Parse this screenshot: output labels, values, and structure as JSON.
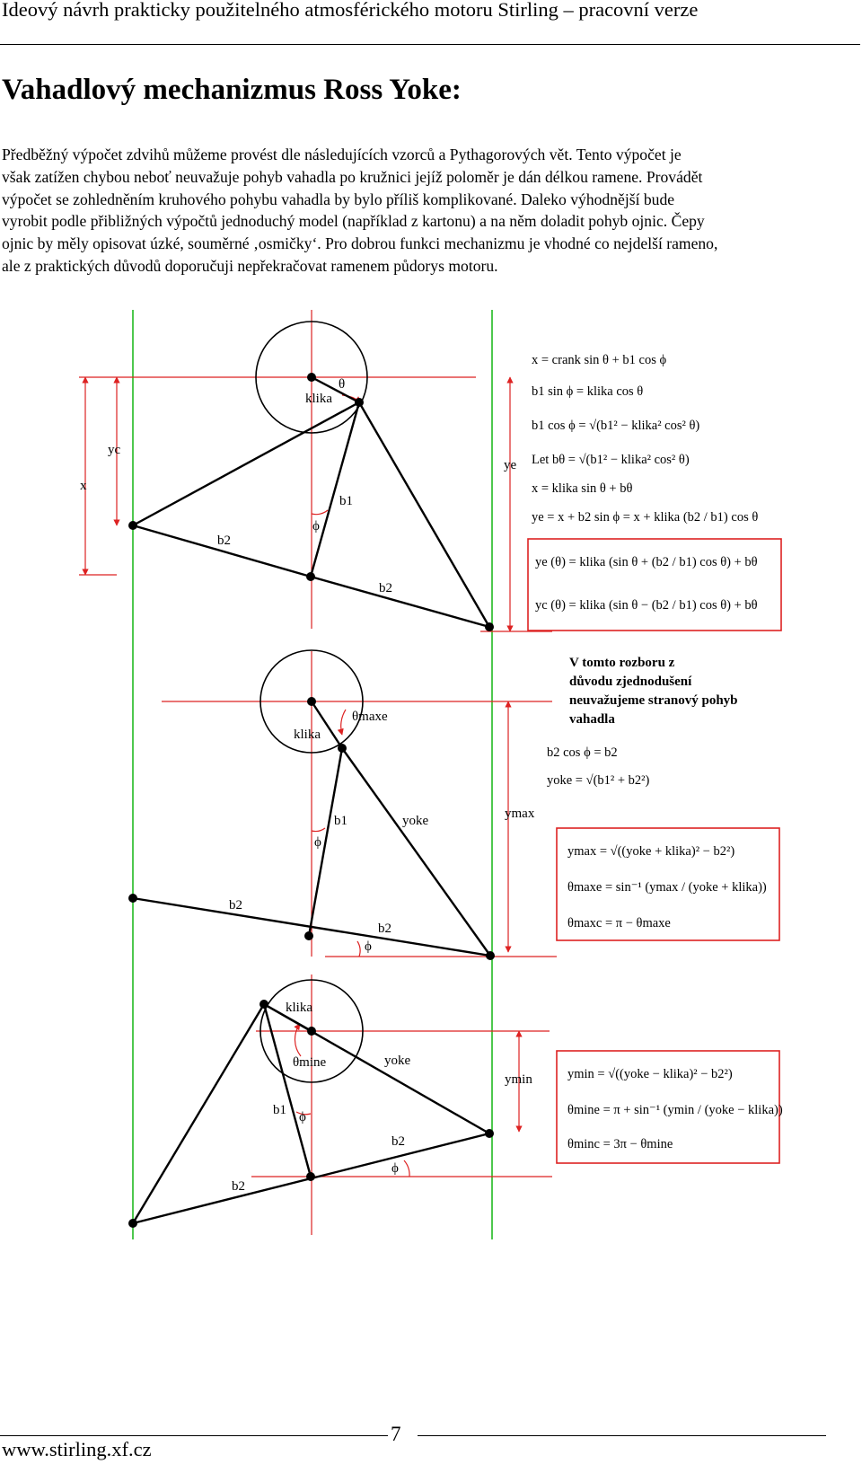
{
  "header": {
    "title": "Ideový návrh prakticky použitelného atmosférického motoru Stirling – pracovní verze"
  },
  "section_title": "Vahadlový mechanizmus Ross Yoke:",
  "paragraph_lines": [
    "Předběžný výpočet zdvihů můžeme provést dle následujících vzorců a Pythagorových vět.  Tento výpočet je",
    "však zatížen chybou  neboť neuvažuje pohyb vahadla po kružnici jejíž poloměr je dán délkou ramene. Provádět",
    "výpočet se zohledněním kruhového pohybu vahadla by bylo příliš komplikované. Daleko výhodnější bude",
    "vyrobit podle přibližných výpočtů jednoduchý model (například z kartonu) a na něm doladit pohyb ojnic. Čepy",
    "ojnic by měly opisovat úzké, souměrné ‚osmičky‘. Pro dobrou funkci mechanizmu je vhodné co nejdelší rameno,",
    "ale z praktických důvodů doporučuji nepřekračovat ramenem půdorys motoru."
  ],
  "figure": {
    "diagram1": {
      "labels": {
        "x": "x",
        "yc": "yc",
        "ye": "ye",
        "klika": "klika",
        "theta": "θ",
        "b1": "b1",
        "phi": "ϕ",
        "b2_left": "b2",
        "b2_right": "b2"
      },
      "equations": [
        "x = crank sin θ + b1 cos ϕ",
        "b1 sin ϕ = klika  cos θ",
        "b1 cos ϕ = √(b1² − klika² cos² θ)",
        "Let bθ = √(b1² − klika² cos² θ)",
        "x = klika sin θ + bθ",
        "ye = x + b2 sin ϕ = x + klika (b2 / b1) cos θ"
      ],
      "boxed_equations": [
        "ye (θ) = klika (sin θ + (b2 / b1) cos θ) + bθ",
        "yc (θ) = klika (sin θ − (b2 / b1) cos θ) + bθ"
      ]
    },
    "diagram2": {
      "labels": {
        "klika": "klika",
        "theta_max": "θmaxe",
        "b1": "b1",
        "phi": "ϕ",
        "yoke": "yoke",
        "ymax": "ymax",
        "b2_left": "b2",
        "b2_right": "b2",
        "phi_bottom": "ϕ"
      },
      "note_lines": [
        "V tomto rozboru z",
        "důvodu zjednodušení",
        "neuvažujeme stranový pohyb",
        "vahadla"
      ],
      "equations": [
        "b2 cos ϕ = b2",
        "yoke = √(b1² + b2²)"
      ],
      "boxed_equations": [
        "ymax = √((yoke + klika)² − b2²)",
        "θmaxe = sin⁻¹ (ymax / (yoke + klika))",
        "θmaxc = π − θmaxe"
      ]
    },
    "diagram3": {
      "labels": {
        "klika": "klika",
        "theta_min": "θmine",
        "yoke": "yoke",
        "ymin": "ymin",
        "b1": "b1",
        "phi": "ϕ",
        "b2_left": "b2",
        "b2_right": "b2",
        "phi_right": "ϕ"
      },
      "boxed_equations": [
        "ymin = √((yoke − klika)² − b2²)",
        "θmine = π + sin⁻¹ (ymin / (yoke − klika))",
        "θminc = 3π − θmine"
      ]
    },
    "colors": {
      "guide_green": "#22bb22",
      "guide_red": "#dd2222",
      "mechanism": "#000000",
      "box_border": "#dd2222"
    }
  },
  "footer": {
    "page_number": "7",
    "url": "www.stirling.xf.cz"
  }
}
